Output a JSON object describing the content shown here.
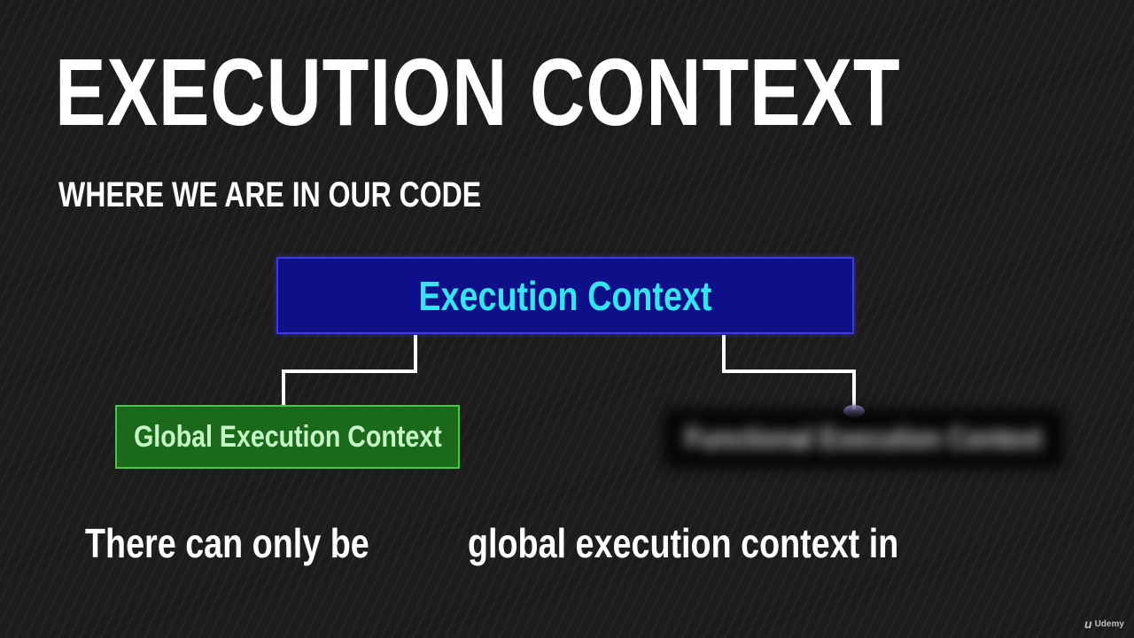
{
  "slide": {
    "title": "EXECUTION CONTEXT",
    "subtitle": "WHERE WE ARE IN OUR CODE"
  },
  "diagram": {
    "root": {
      "label": "Execution Context",
      "fill": "#0f0f8a",
      "text_color": "#35e4f0"
    },
    "children": [
      {
        "label": "Global Execution Context",
        "fill": "#1b6a1b",
        "text_color": "#c6f7c6",
        "blurred": false
      },
      {
        "label": "Functional Execution Context",
        "fill": "#050505",
        "text_color": "#cfcfcf",
        "blurred": true
      }
    ],
    "connector_color": "#ffffff"
  },
  "caption": {
    "left": "There can only be",
    "right": "global execution context in"
  },
  "watermark": {
    "mark": "u",
    "text": "Udemy"
  }
}
